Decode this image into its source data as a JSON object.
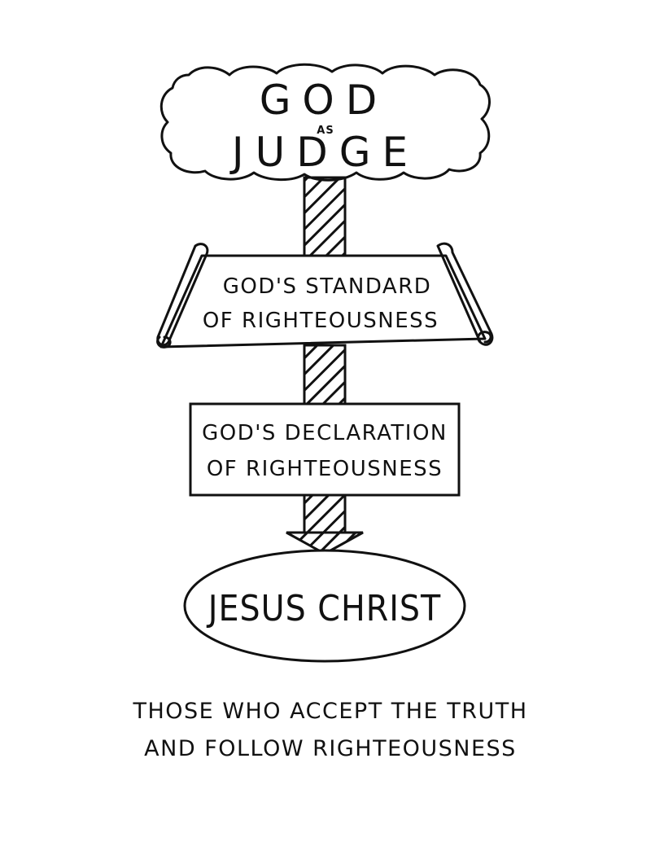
{
  "judge": {
    "line1": "GOD",
    "line2": "AS",
    "line3": "JUDGE"
  },
  "standard": {
    "line1": "GOD'S STANDARD",
    "line2": "OF RIGHTEOUSNESS"
  },
  "declaration": {
    "line1": "GOD'S DECLARATION",
    "line2": "OF RIGHTEOUSNESS"
  },
  "christ": {
    "label": "JESUS CHRIST"
  },
  "caption": {
    "line1": "THOSE WHO ACCEPT THE TRUTH",
    "line2": "AND FOLLOW RIGHTEOUSNESS"
  },
  "colors": {
    "ink": "#111111",
    "paper": "#ffffff"
  }
}
